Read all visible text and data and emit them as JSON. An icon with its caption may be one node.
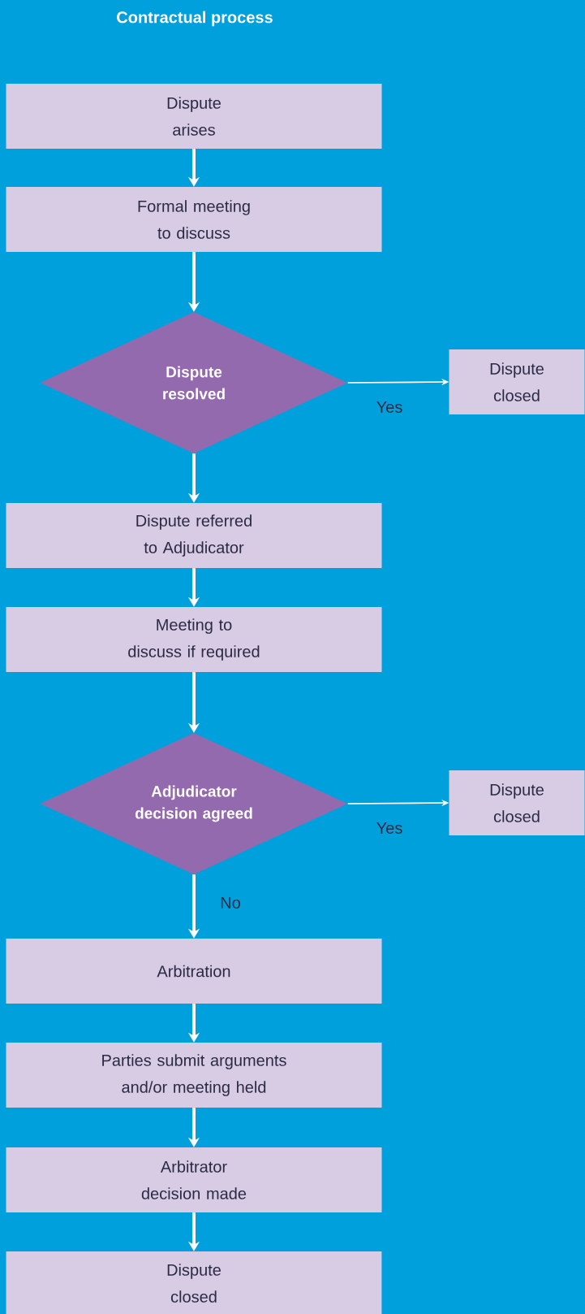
{
  "diagram": {
    "title": "Contractual process",
    "nodes": [
      {
        "text": [
          "Dispute arises"
        ]
      },
      {
        "text": [
          "Formal meeting to discuss"
        ]
      },
      {
        "text": [
          "Dispute resolved"
        ]
      },
      {
        "text": [
          "Dispute closed"
        ]
      },
      {
        "text": [
          "Dispute referred to Adjudicator"
        ]
      },
      {
        "text": [
          "Meeting to discuss if required"
        ]
      },
      {
        "text": [
          "Adjudicator decision agreed"
        ]
      },
      {
        "text": [
          "Dispute closed"
        ]
      },
      {
        "text": [
          "Arbitration"
        ]
      },
      {
        "text": [
          "Parties submit arguments and/or meeting held"
        ]
      },
      {
        "text": [
          "Arbitrator decision made"
        ]
      },
      {
        "text": [
          "Dispute closed"
        ]
      }
    ],
    "edges": [
      {
        "from": 0,
        "to": 1,
        "arrow": "to"
      },
      {
        "from": 1,
        "to": 2,
        "arrow": "to"
      },
      {
        "from": 2,
        "to": 3,
        "arrow": "to",
        "label": "Yes"
      },
      {
        "from": 2,
        "to": 4,
        "arrow": "to"
      },
      {
        "from": 4,
        "to": 5,
        "arrow": "to"
      },
      {
        "from": 5,
        "to": 6,
        "arrow": "to"
      },
      {
        "from": 6,
        "to": 7,
        "arrow": "to",
        "label": "Yes"
      },
      {
        "from": 6,
        "to": 8,
        "arrow": "to",
        "label": "No"
      },
      {
        "from": 8,
        "to": 9,
        "arrow": "to"
      },
      {
        "from": 9,
        "to": 10,
        "arrow": "to"
      },
      {
        "from": 10,
        "to": 11,
        "arrow": "to"
      }
    ]
  }
}
